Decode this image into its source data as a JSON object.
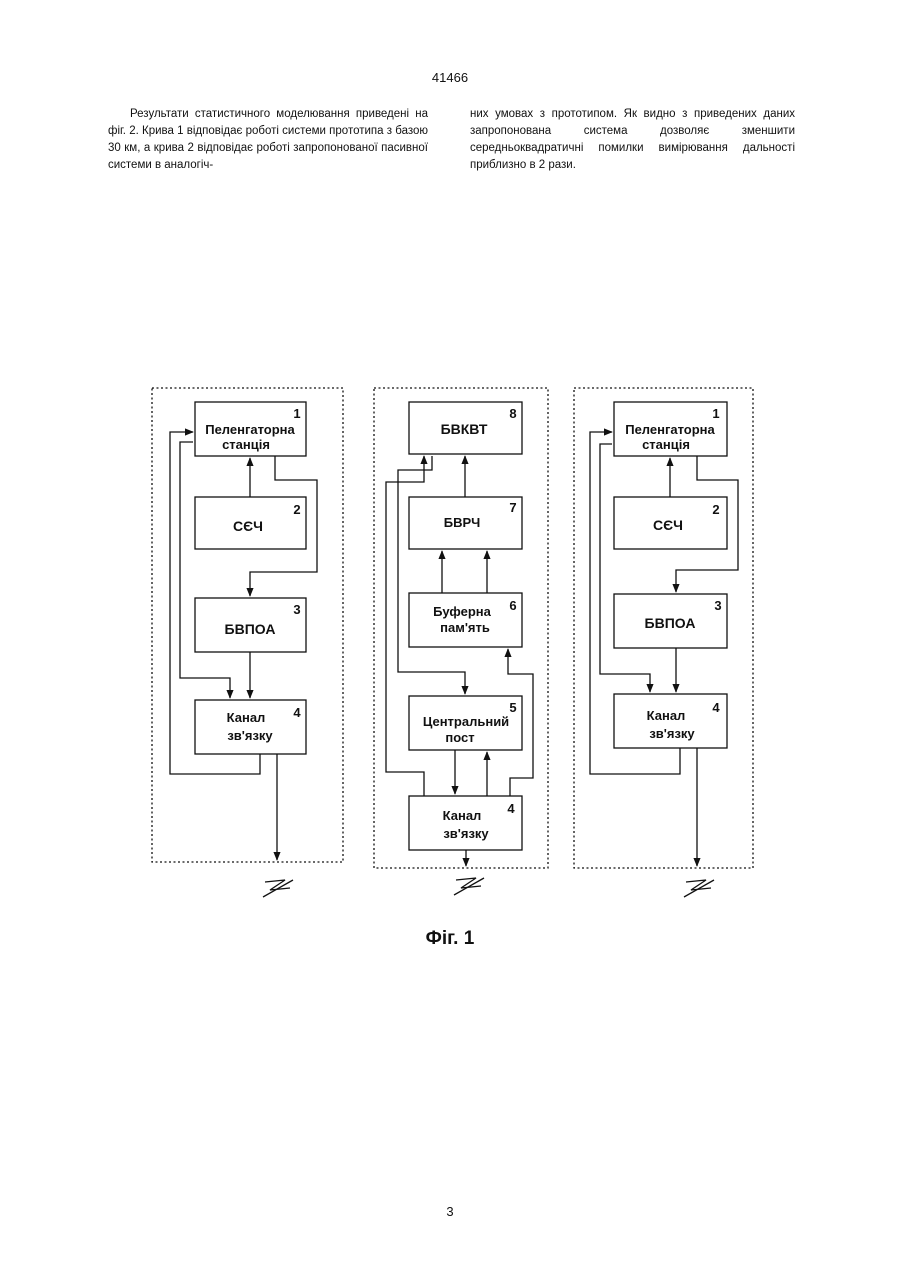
{
  "page": {
    "number_top": "41466",
    "number_bottom": "3",
    "text_left": "Результати статистичного моделювання приведені на фіг. 2. Крива 1 відповідає роботі системи прототипа з базою 30 км, а крива 2 відповідає роботі запропонованої пасивної системи в аналогіч-",
    "text_right": "них умовах з прототипом. Як видно з приведених даних запропонована система дозволяє зменшити середньоквадратичні помилки вимірювання дальності приблизно в 2 рази."
  },
  "figure": {
    "caption": "Фіг. 1",
    "left_station": {
      "b1": {
        "line1": "Пеленгаторна",
        "line2": "станція",
        "num": "1"
      },
      "b2": {
        "label": "СЄЧ",
        "num": "2"
      },
      "b3": {
        "label": "БВПОА",
        "num": "3"
      },
      "b4": {
        "line1": "Канал",
        "line2": "зв'язку",
        "num": "4"
      }
    },
    "center_station": {
      "b8": {
        "label": "БВКВТ",
        "num": "8"
      },
      "b7": {
        "label": "БВРЧ",
        "num": "7"
      },
      "b6": {
        "line1": "Буферна",
        "line2": "пам'ять",
        "num": "6"
      },
      "b5": {
        "line1": "Центральний",
        "line2": "пост",
        "num": "5"
      },
      "b4": {
        "line1": "Канал",
        "line2": "зв'язку",
        "num": "4"
      }
    },
    "right_station": {
      "b1": {
        "line1": "Пеленгаторна",
        "line2": "станція",
        "num": "1"
      },
      "b2": {
        "label": "СЄЧ",
        "num": "2"
      },
      "b3": {
        "label": "БВПОА",
        "num": "3"
      },
      "b4": {
        "line1": "Канал",
        "line2": "зв'язку",
        "num": "4"
      }
    }
  }
}
